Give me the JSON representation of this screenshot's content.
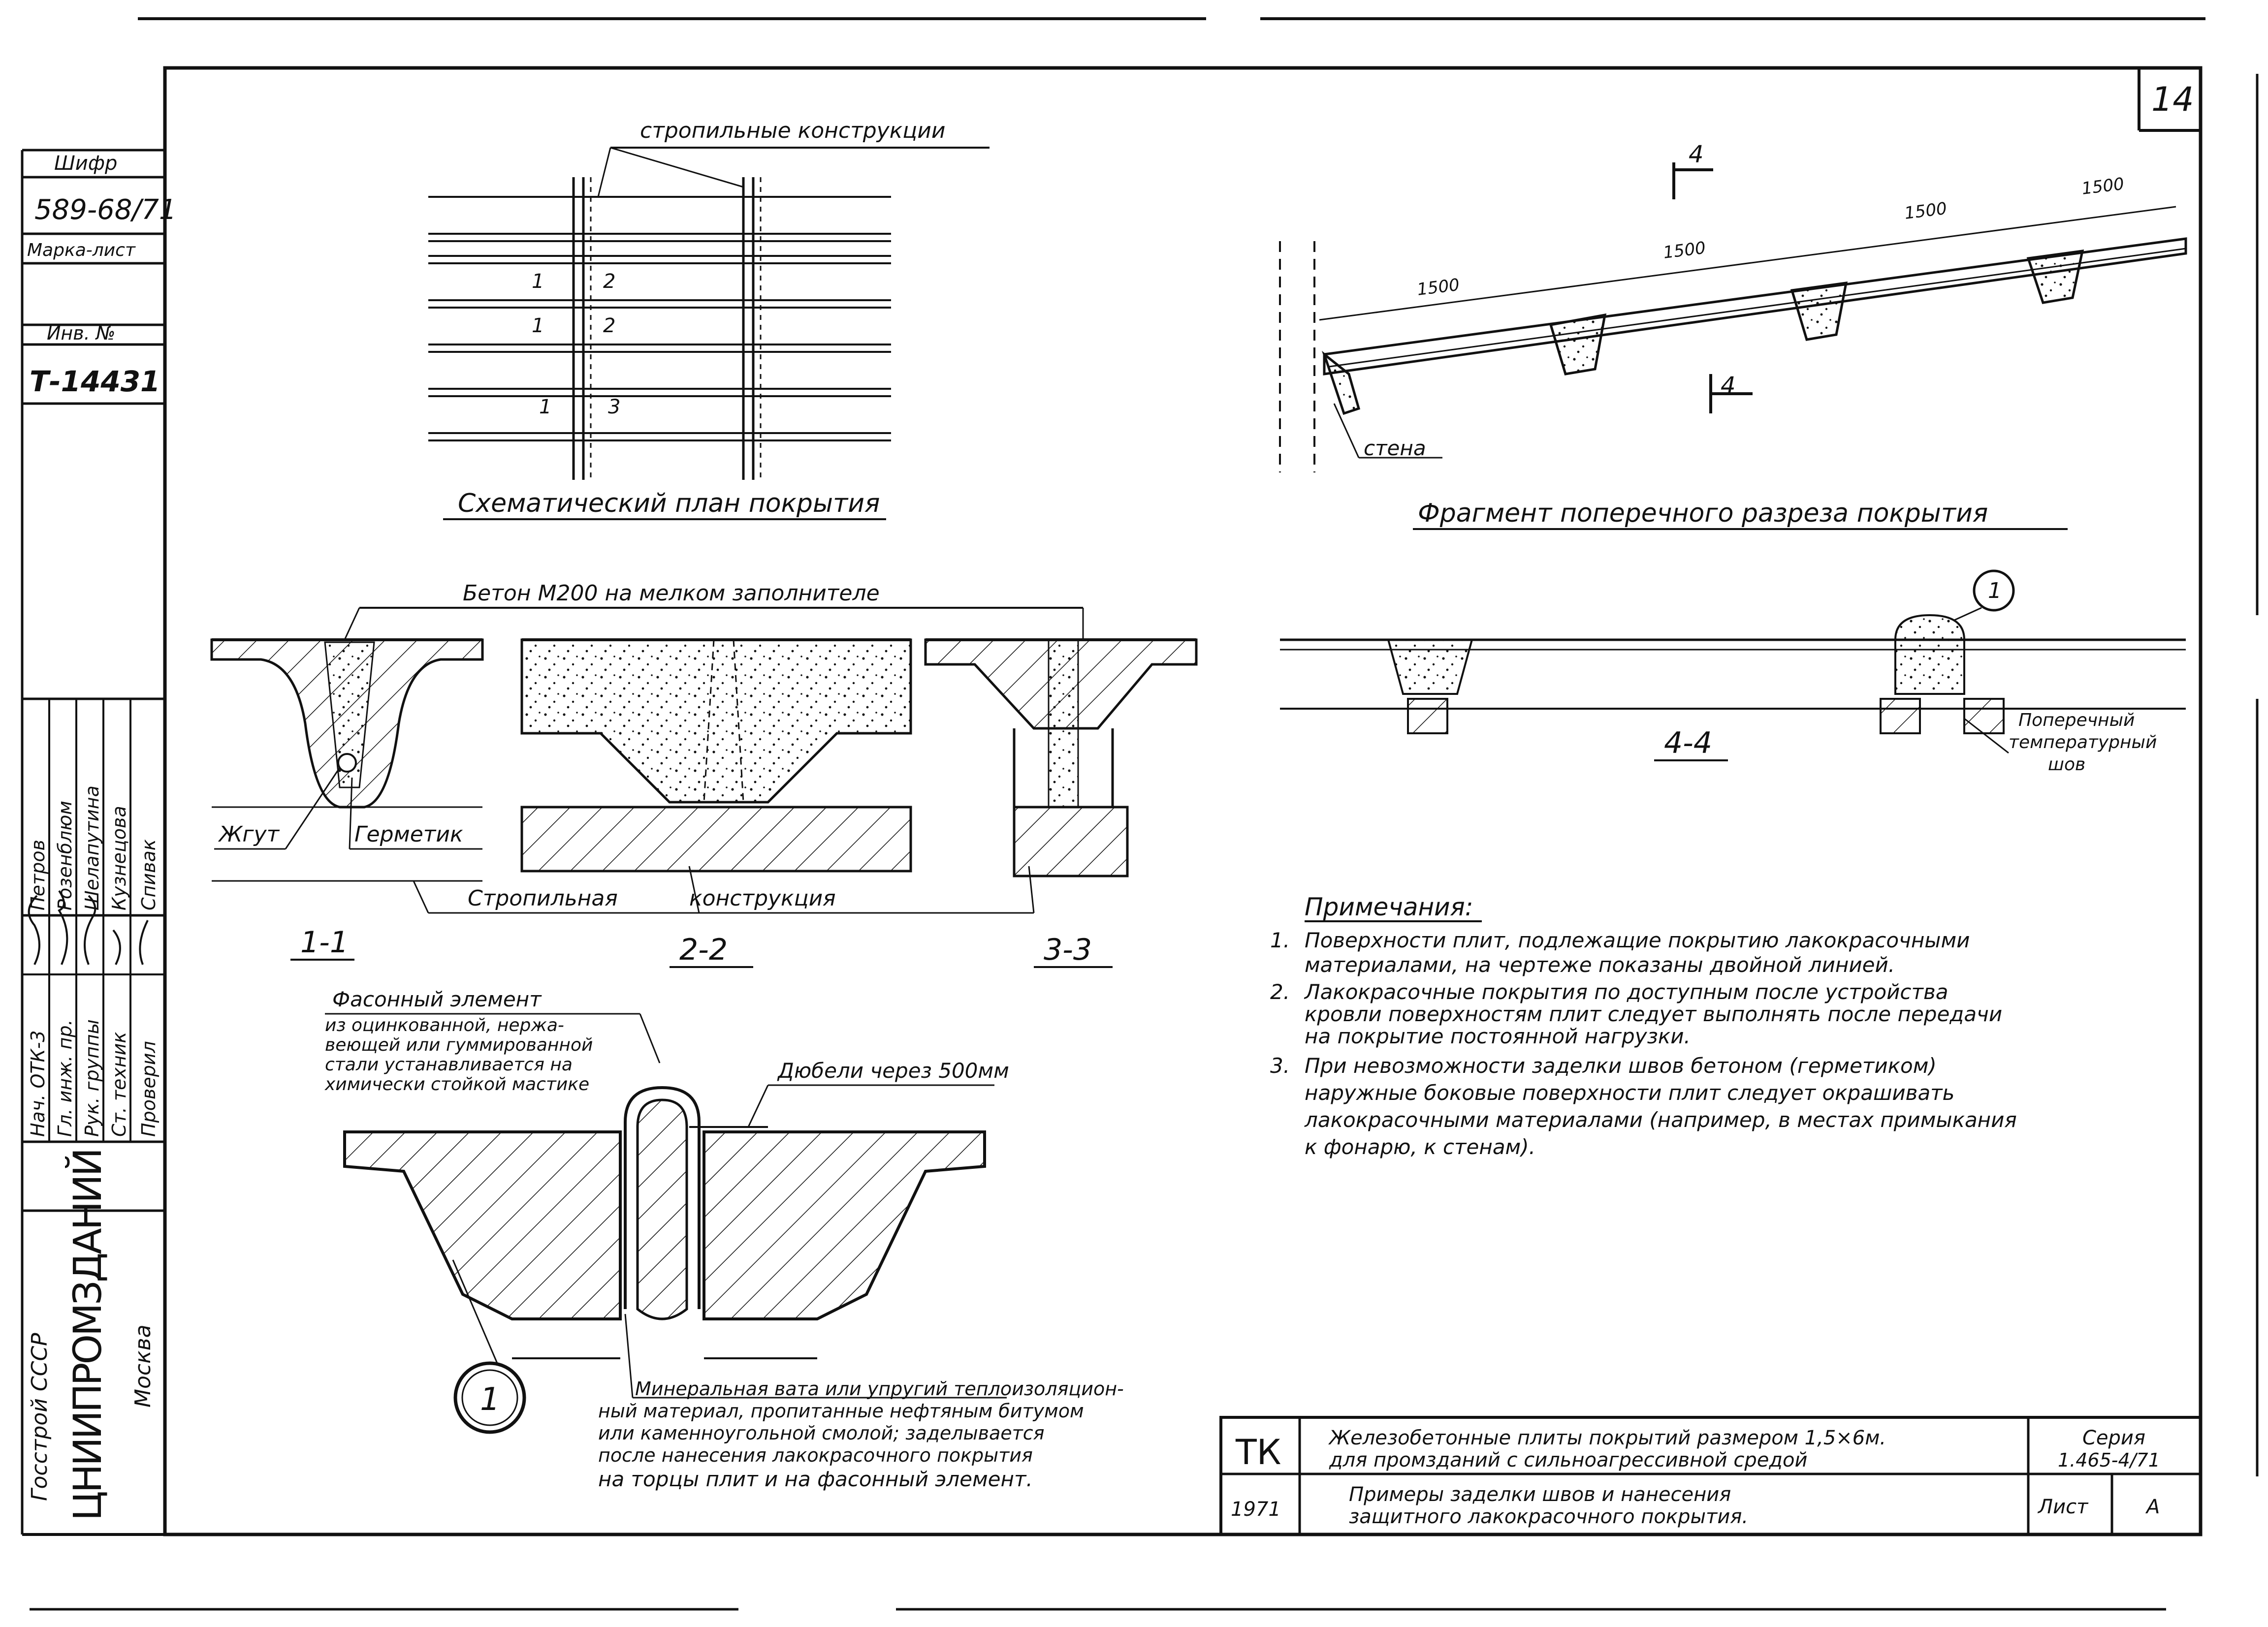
{
  "sheet_number": "14",
  "left_strip": {
    "cipher_label": "Шифр",
    "cipher_value": "589-68/71",
    "mark_label": "Марка-лист",
    "inv_label": "Инв. №",
    "inv_value": "Т-14431",
    "roles": [
      "Нач. ОТК-3",
      "Гл. инж. пр.",
      "Рук. группы",
      "Ст. техник",
      "Проверил"
    ],
    "names": [
      "Петров",
      "Розенблюм",
      "Шелапутина",
      "Кузнецова",
      "Спивак"
    ],
    "org_top": "Госстрой СССР",
    "org_name": "ЦНИИПРОМЗДАНИЙ",
    "city": "Москва"
  },
  "plan": {
    "top_label": "стропильные конструкции",
    "caption": "Схематический план покрытия",
    "section_marks": [
      "1",
      "2",
      "1",
      "2",
      "1",
      "3"
    ]
  },
  "cross_section": {
    "dims": [
      "1500",
      "1500",
      "1500",
      "1500"
    ],
    "section_mark": "4",
    "wall_label": "стена",
    "caption": "Фрагмент поперечного разреза покрытия"
  },
  "sections": {
    "concrete_label": "Бетон М200 на мелком заполнителе",
    "cord_label": "Жгут",
    "sealant_label": "Герметик",
    "truss_word1": "Стропильная",
    "truss_word2": "конструкция",
    "captions": [
      "1-1",
      "2-2",
      "3-3"
    ]
  },
  "section44": {
    "caption": "4-4",
    "callout": "1",
    "joint_label_1": "Поперечный",
    "joint_label_2": "температурный",
    "joint_label_3": "шов"
  },
  "detail": {
    "shaped_label_lines": [
      "Фасонный элемент",
      "из оцинкованной, нержа-",
      "веющей или гуммированной",
      "стали устанавливается на",
      "химически стойкой мастике"
    ],
    "dowel_label": "Дюбели через 500мм",
    "callout": "1",
    "mineral_lines": [
      "Минеральная вата или упругий теплоизоляцион-",
      "ный материал, пропитанные нефтяным битумом",
      "или каменноугольной смолой; заделывается",
      "после нанесения лакокрасочного покрытия",
      "на торцы плит и на фасонный элемент."
    ]
  },
  "notes": {
    "title": "Примечания:",
    "items": [
      {
        "num": "1.",
        "lines": [
          "Поверхности плит, подлежащие покрытию лакокрасочными",
          "материалами, на чертеже показаны двойной линией."
        ]
      },
      {
        "num": "2.",
        "lines": [
          "Лакокрасочные покрытия по доступным после устройства",
          "кровли поверхностям плит следует выполнять после передачи",
          "на покрытие постоянной нагрузки."
        ]
      },
      {
        "num": "3.",
        "lines": [
          "При невозможности заделки швов бетоном (герметиком)",
          "наружные боковые поверхности плит следует окрашивать",
          "лакокрасочными материалами (например, в местах примыкания",
          "к фонарю, к стенам)."
        ]
      }
    ]
  },
  "title_block": {
    "code": "ТК",
    "year": "1971",
    "title_line1": "Железобетонные плиты покрытий размером 1,5×6м.",
    "title_line2": "для промзданий с сильноагрессивной средой",
    "subtitle_line1": "Примеры заделки швов и нанесения",
    "subtitle_line2": "защитного лакокрасочного покрытия.",
    "series_label": "Серия",
    "series_value": "1.465-4/71",
    "sheet_label": "Лист",
    "sheet_value": "А"
  }
}
